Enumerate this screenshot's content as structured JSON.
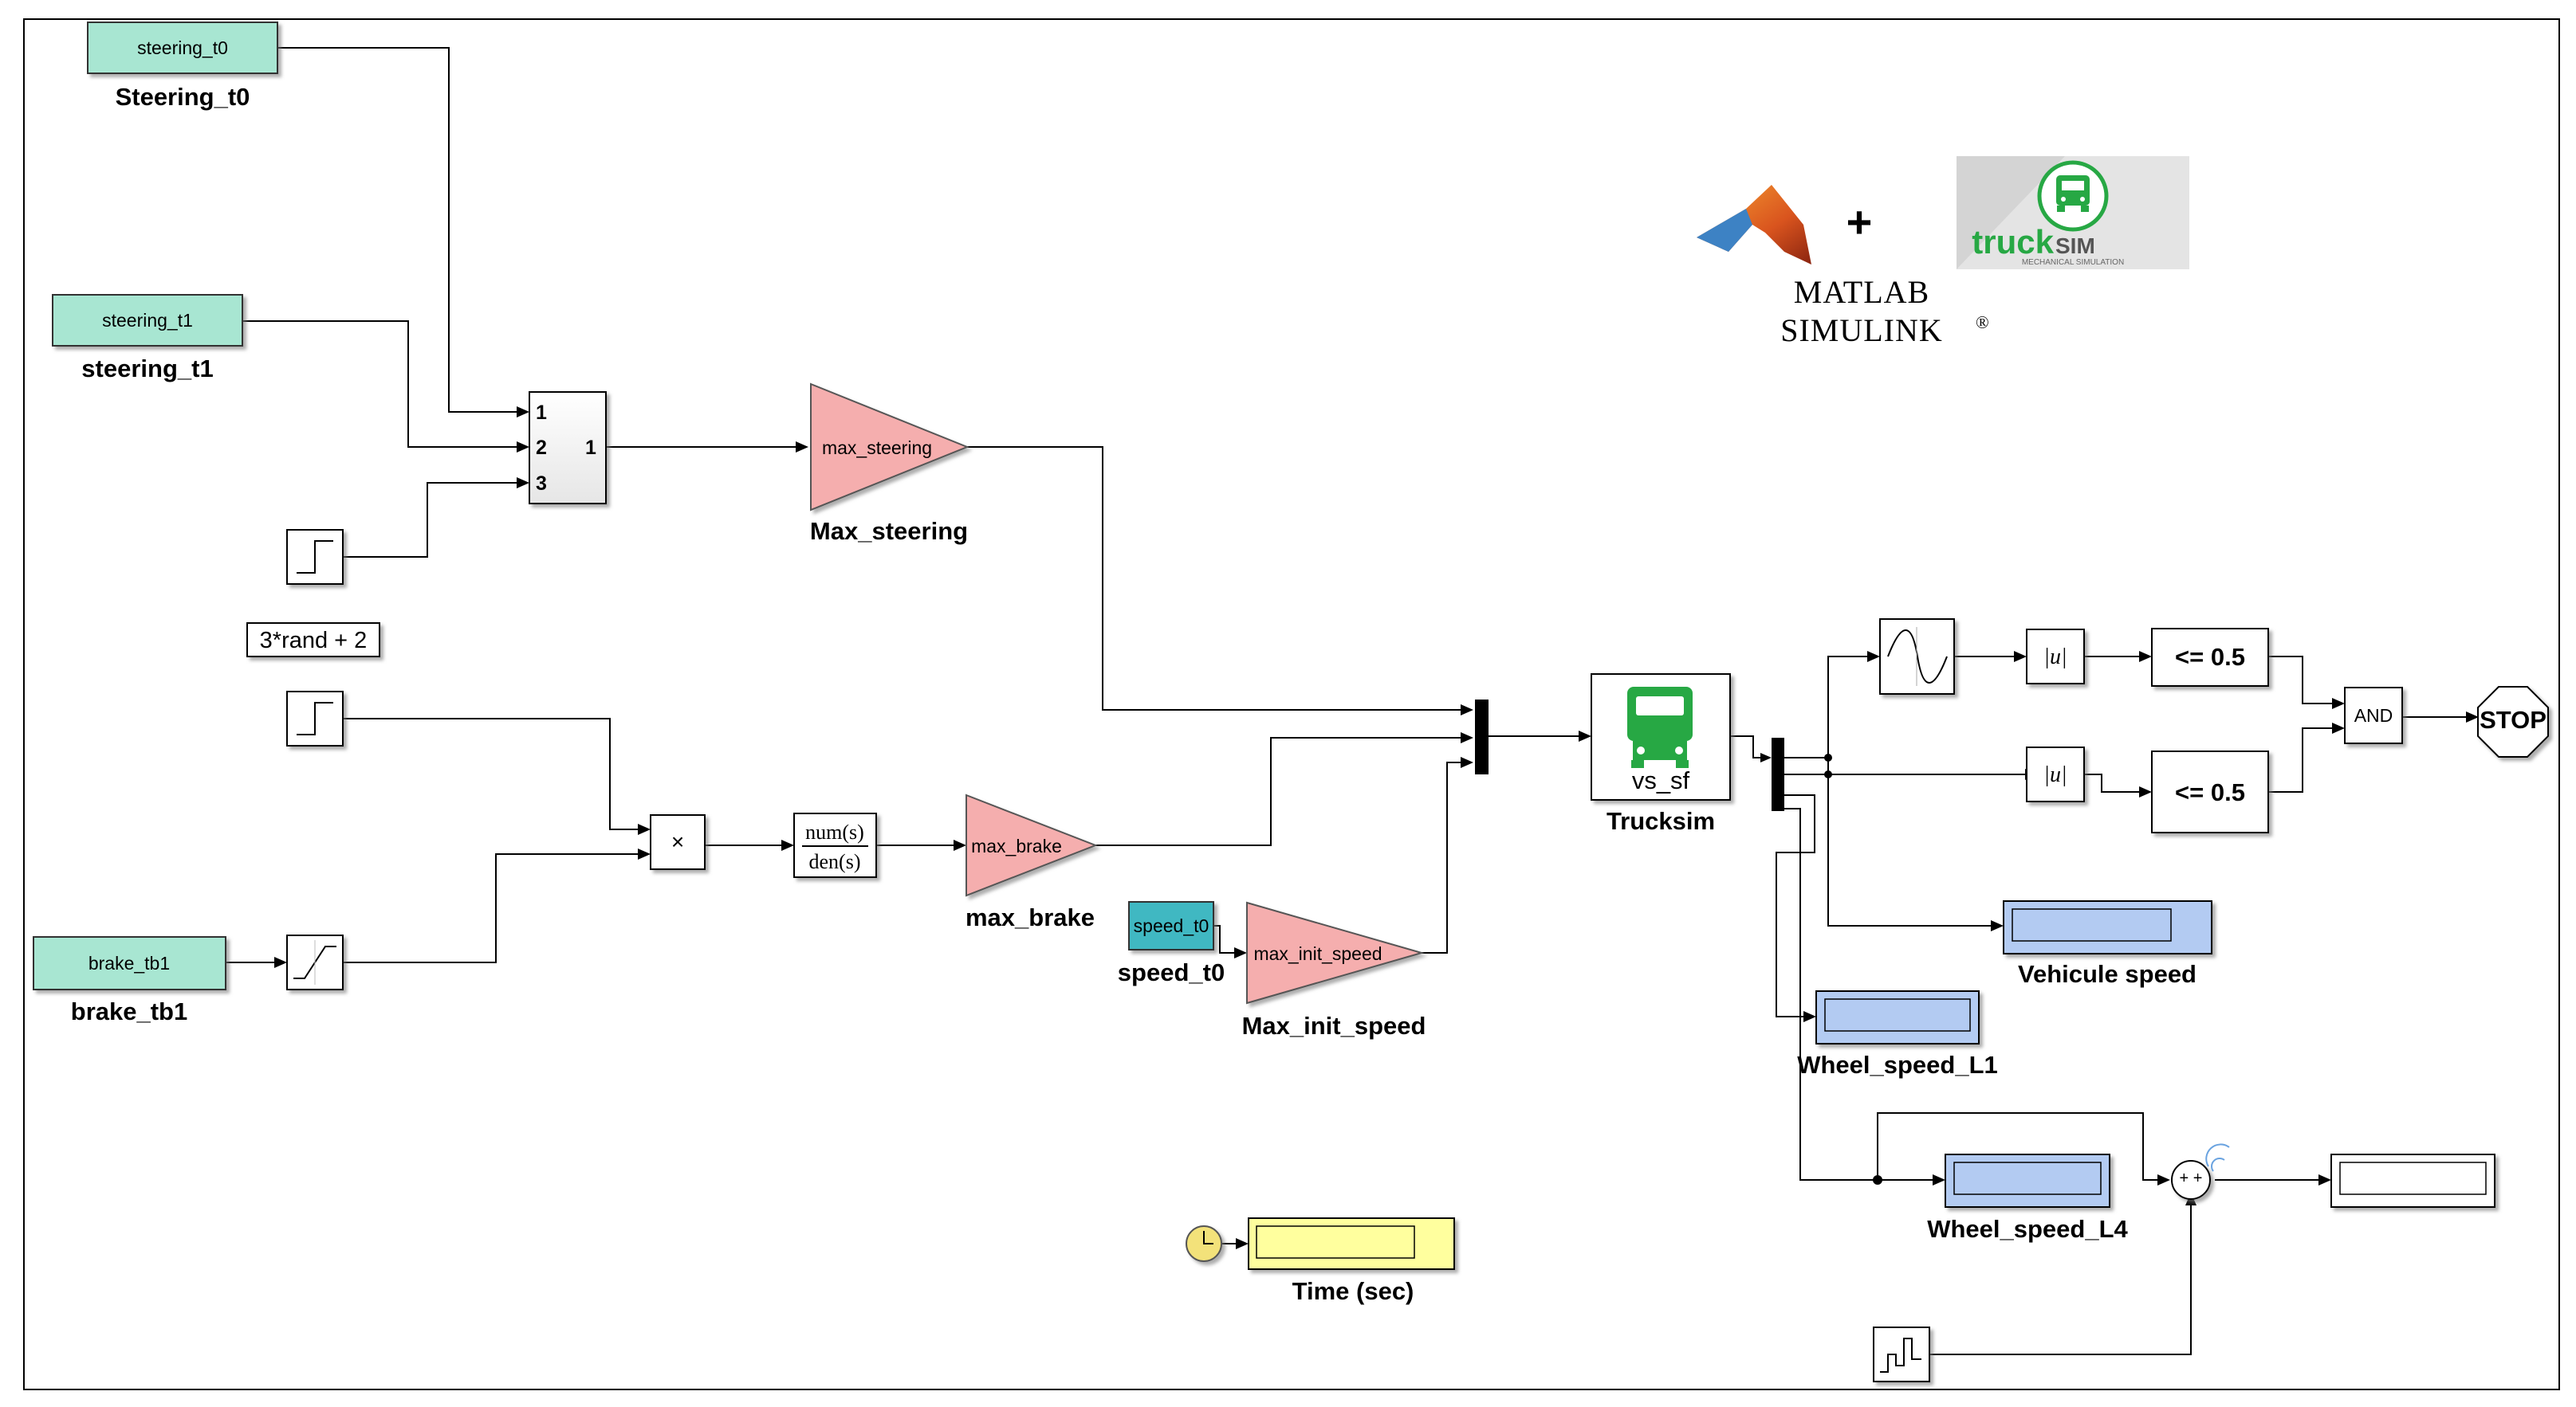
{
  "blocks": {
    "steering_t0": {
      "inner": "steering_t0",
      "label": "Steering_t0"
    },
    "steering_t1": {
      "inner": "steering_t1",
      "label": "steering_t1"
    },
    "brake_tb1": {
      "inner": "brake_tb1",
      "label": "brake_tb1"
    },
    "mux3": {
      "in1": "1",
      "in2": "2",
      "in3": "3",
      "out": "1"
    },
    "annotation": "3*rand + 2",
    "max_steering": {
      "inner": "max_steering",
      "label": "Max_steering"
    },
    "product": {
      "symbol": "×"
    },
    "tf": {
      "num": "num(s)",
      "den": "den(s)"
    },
    "max_brake": {
      "inner": "max_brake",
      "label": "max_brake"
    },
    "speed_t0": {
      "inner": "speed_t0",
      "label": "speed_t0"
    },
    "max_init_speed": {
      "inner": "max_init_speed",
      "label": "Max_init_speed"
    },
    "trucksim": {
      "inner": "vs_sf",
      "label": "Trucksim"
    },
    "abs1": {
      "text": "|u|"
    },
    "abs2": {
      "text": "|u|"
    },
    "cmp1": {
      "text": "<= 0.5"
    },
    "cmp2": {
      "text": "<= 0.5"
    },
    "and": {
      "text": "AND"
    },
    "stop": {
      "text": "STOP"
    },
    "vehicle_speed": {
      "label": "Vehicule speed"
    },
    "wheel_speed_l1": {
      "label": "Wheel_speed_L1"
    },
    "wheel_speed_l4": {
      "label": "Wheel_speed_L4"
    },
    "time": {
      "label": "Time (sec)"
    },
    "sum": {
      "signs": "+ +"
    }
  },
  "logos": {
    "plus": "+",
    "matlab_line1": "MATLAB",
    "matlab_line2": "SIMULINK",
    "registered": "®",
    "trucksim_word_a": "truck",
    "trucksim_word_b": "SIM",
    "trucksim_tagline": "MECHANICAL SIMULATION"
  },
  "colors": {
    "from_block": "#a8e6d2",
    "gain": "#f5aeae",
    "display_blue": "#b3cbf2",
    "display_yellow": "#ffff9e",
    "speed_block": "#3fb8c2",
    "trucksim_green": "#27a844",
    "matlab_orange": "#d9541e"
  }
}
